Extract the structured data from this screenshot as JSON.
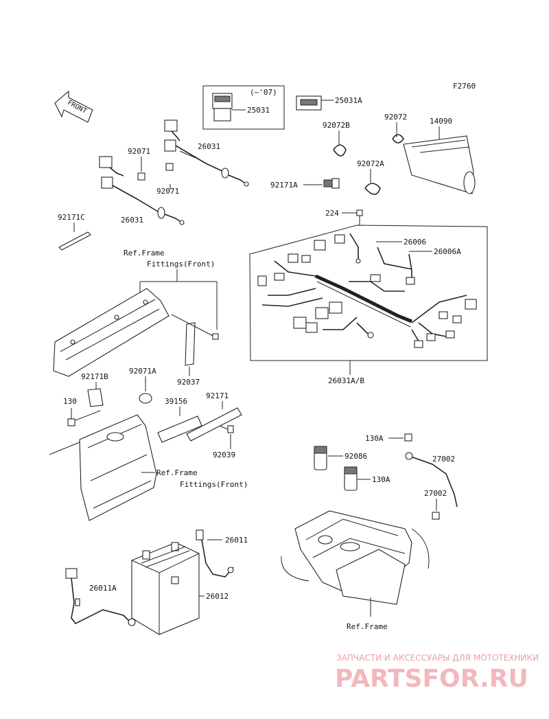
{
  "diagram": {
    "code": "F2760",
    "front_arrow_label": "FRONT",
    "parts": [
      {
        "id": "25031",
        "label": "25031"
      },
      {
        "id": "25031-note",
        "label": "(~'07)"
      },
      {
        "id": "25031A",
        "label": "25031A"
      },
      {
        "id": "92072",
        "label": "92072"
      },
      {
        "id": "14090",
        "label": "14090"
      },
      {
        "id": "92072B",
        "label": "92072B"
      },
      {
        "id": "92072A",
        "label": "92072A"
      },
      {
        "id": "92171A",
        "label": "92171A"
      },
      {
        "id": "26031-upper",
        "label": "26031"
      },
      {
        "id": "92071-a",
        "label": "92071"
      },
      {
        "id": "92071-b",
        "label": "92071"
      },
      {
        "id": "26031-lower",
        "label": "26031"
      },
      {
        "id": "92171C",
        "label": "92171C"
      },
      {
        "id": "224",
        "label": "224"
      },
      {
        "id": "26006",
        "label": "26006"
      },
      {
        "id": "26006A",
        "label": "26006A"
      },
      {
        "id": "26031AB",
        "label": "26031A/B"
      },
      {
        "id": "92037",
        "label": "92037"
      },
      {
        "id": "92171B",
        "label": "92171B"
      },
      {
        "id": "92071A",
        "label": "92071A"
      },
      {
        "id": "130-left",
        "label": "130"
      },
      {
        "id": "39156",
        "label": "39156"
      },
      {
        "id": "92171",
        "label": "92171"
      },
      {
        "id": "92039",
        "label": "92039"
      },
      {
        "id": "130A-top",
        "label": "130A"
      },
      {
        "id": "27002-a",
        "label": "27002"
      },
      {
        "id": "27002-b",
        "label": "27002"
      },
      {
        "id": "92086",
        "label": "92086"
      },
      {
        "id": "130A-bottom",
        "label": "130A"
      },
      {
        "id": "26011",
        "label": "26011"
      },
      {
        "id": "26011A",
        "label": "26011A"
      },
      {
        "id": "26012",
        "label": "26012"
      }
    ],
    "refs": {
      "frame_fittings_top_1": "Ref.Frame",
      "frame_fittings_top_2": "Fittings(Front)",
      "frame_fittings_mid_1": "Ref.Frame",
      "frame_fittings_mid_2": "Fittings(Front)",
      "frame_bottom": "Ref.Frame"
    }
  },
  "watermark": {
    "line1": "ЗАПЧАСТИ И АКСЕССУАРЫ ДЛЯ МОТОТЕХНИКИ",
    "line2": "PARTSFOR.RU",
    "color": "#f2b8bc"
  }
}
